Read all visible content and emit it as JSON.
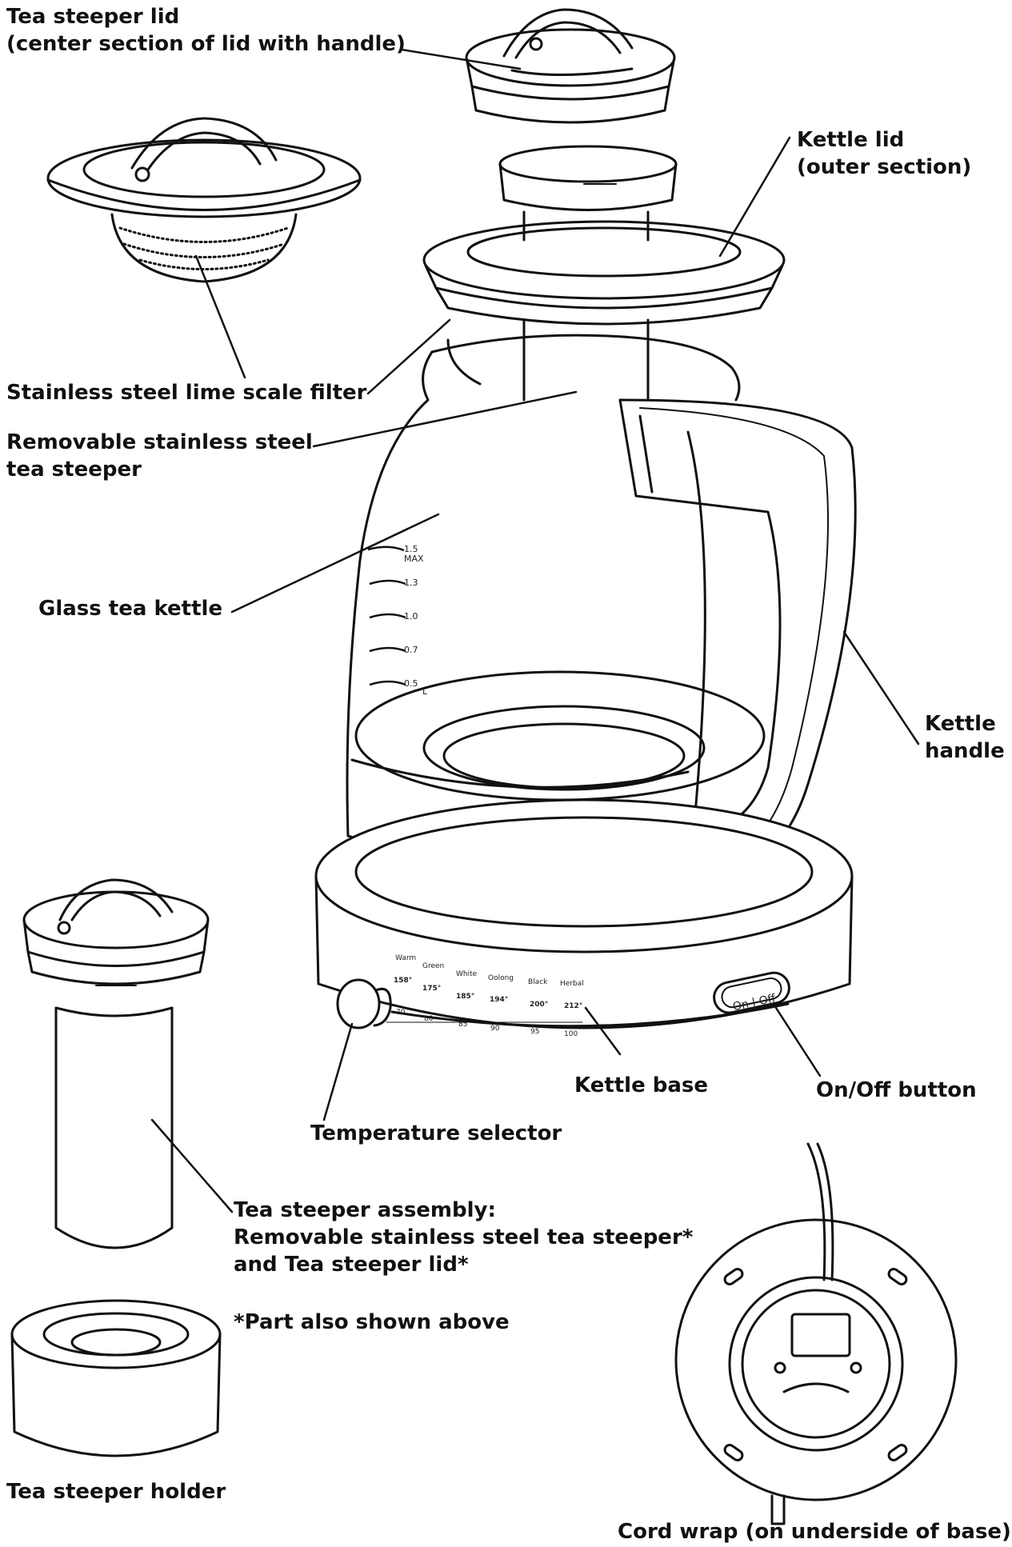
{
  "labels": {
    "tea_steeper_lid": [
      "Tea steeper lid",
      "(center section of lid with handle)"
    ],
    "kettle_lid": [
      "Kettle lid",
      "(outer section)"
    ],
    "lime_scale_filter": [
      "Stainless steel lime scale filter"
    ],
    "removable_steeper": [
      "Removable stainless steel",
      "tea steeper"
    ],
    "glass_kettle": [
      "Glass tea kettle"
    ],
    "kettle_handle": [
      "Kettle",
      "handle"
    ],
    "kettle_base": [
      "Kettle base"
    ],
    "on_off_button": [
      "On/Off button"
    ],
    "temperature_selector": [
      "Temperature selector"
    ],
    "steeper_assembly": [
      "Tea steeper assembly:",
      "Removable stainless steel tea steeper*",
      "and Tea steeper lid*"
    ],
    "part_note": [
      "*Part also shown above"
    ],
    "steeper_holder": [
      "Tea steeper holder"
    ],
    "cord_wrap": [
      "Cord wrap (on underside of base)"
    ]
  },
  "kettle": {
    "water_levels": [
      "1.5",
      "1.3",
      "1.0",
      "0.7",
      "0.5"
    ],
    "max_mark": "MAX",
    "unit": "L",
    "tea_types": [
      "Warm",
      "Green",
      "White",
      "Oolong",
      "Black",
      "Herbal"
    ],
    "temps_f": [
      "158°",
      "175°",
      "185°",
      "194°",
      "200°",
      "212°"
    ],
    "temps_c": [
      "70",
      "80",
      "85",
      "90",
      "95",
      "100"
    ],
    "button_label": "On | Off"
  }
}
